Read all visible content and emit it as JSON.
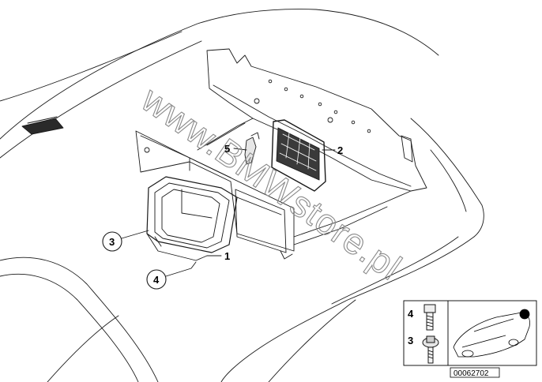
{
  "diagram": {
    "watermark": "www.BMWstore.pl",
    "callouts": {
      "c1": "1",
      "c2": "2",
      "c3": "3",
      "c4": "4",
      "c5": "5"
    },
    "legend": {
      "item_top": "4",
      "item_bottom": "3"
    },
    "reference_code": "00062702"
  }
}
